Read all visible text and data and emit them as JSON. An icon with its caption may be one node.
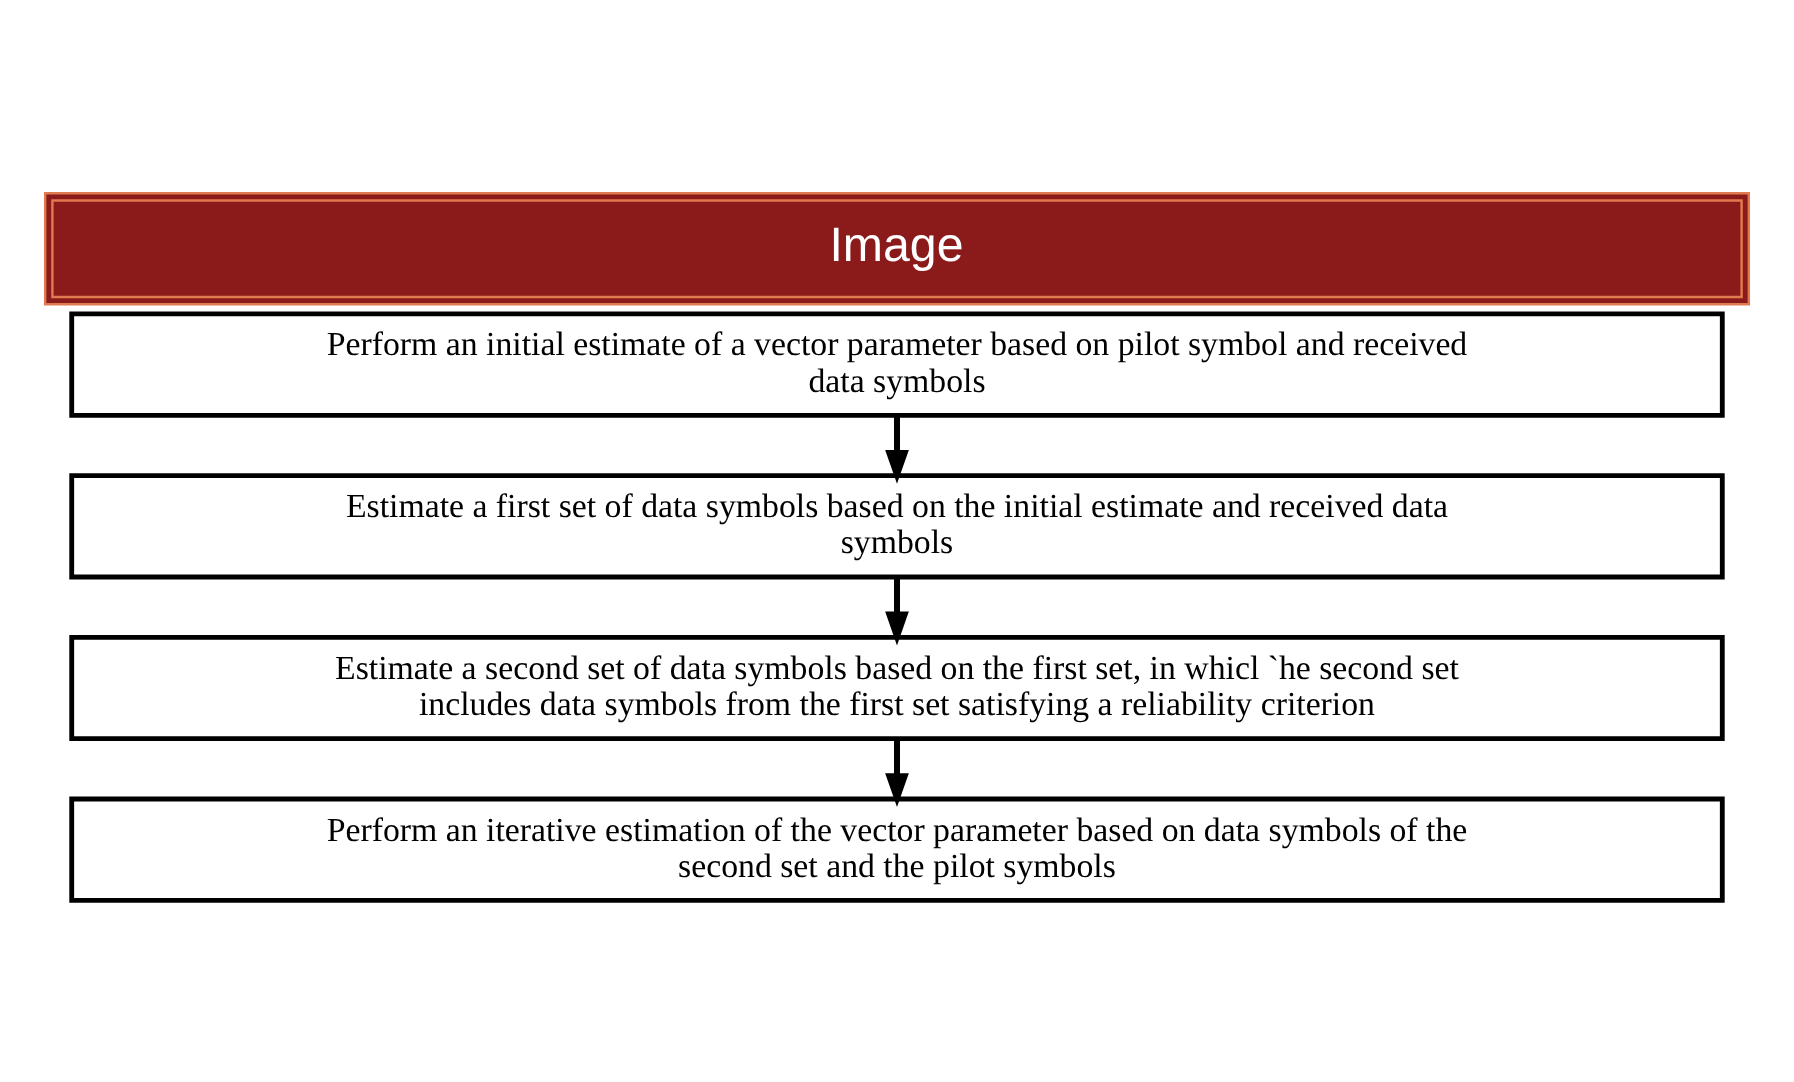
{
  "diagram": {
    "title": "Image",
    "nodes": [
      {
        "text": [
          "Perform an initial estimate of a vector parameter based on pilot symbol and received data symbols"
        ]
      },
      {
        "text": [
          "Estimate a first set of data symbols based on the initial estimate and received data symbols"
        ]
      },
      {
        "text": [
          "Estimate a second set of data symbols based on the first set, in whicl `he second set includes data symbols from the first set satisfying a reliability criterion"
        ]
      },
      {
        "text": [
          "Perform an iterative estimation of the vector parameter based on data symbols of the second set and the pilot symbols"
        ]
      }
    ],
    "edges": [
      {
        "from": 0,
        "to": 1,
        "arrow": "to"
      },
      {
        "from": 1,
        "to": 2,
        "arrow": "to"
      },
      {
        "from": 2,
        "to": 3,
        "arrow": "to"
      }
    ]
  }
}
